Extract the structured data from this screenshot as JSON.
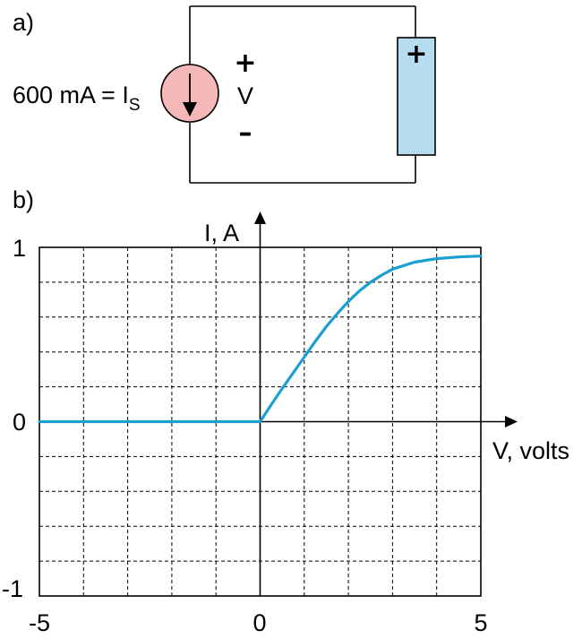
{
  "panel_a": {
    "label": "a)",
    "source_label": "600 mA = I",
    "source_subscript": "S",
    "plus_sign": "+",
    "voltage_label": "V",
    "minus_sign": "–",
    "battery_plus": "+",
    "colors": {
      "source_fill": "#f4b8b8",
      "battery_fill": "#b6dcf0"
    }
  },
  "panel_b": {
    "label": "b)",
    "y_axis_label": "I, A",
    "x_axis_label": "V, volts",
    "y_ticks": [
      "1",
      "0",
      "-1"
    ],
    "x_ticks": [
      "-5",
      "0",
      "5"
    ]
  },
  "chart_data": {
    "type": "line",
    "xlabel": "V, volts",
    "ylabel": "I, A",
    "xlim": [
      -5,
      5
    ],
    "ylim": [
      -1,
      1
    ],
    "grid": true,
    "x_ticks": [
      -5,
      0,
      5
    ],
    "y_ticks": [
      -1,
      0,
      1
    ],
    "series": [
      {
        "color": "#1a9fd0",
        "x": [
          -5,
          -4,
          -3,
          -2,
          -1,
          0,
          0.25,
          0.5,
          0.75,
          1.0,
          1.25,
          1.5,
          1.75,
          2.0,
          2.25,
          2.5,
          2.75,
          3.0,
          3.5,
          4.0,
          4.5,
          5.0
        ],
        "y": [
          0,
          0,
          0,
          0,
          0,
          0,
          0.096,
          0.19,
          0.28,
          0.37,
          0.46,
          0.545,
          0.62,
          0.69,
          0.75,
          0.8,
          0.84,
          0.875,
          0.915,
          0.935,
          0.945,
          0.95
        ]
      }
    ]
  }
}
